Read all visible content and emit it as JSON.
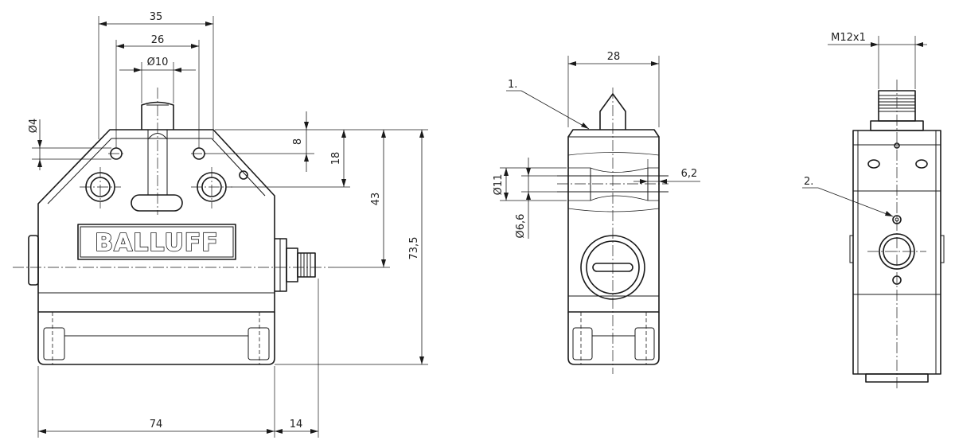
{
  "views": {
    "front": {
      "brand": "BALLUFF",
      "dims": {
        "width_35": "35",
        "width_26": "26",
        "dia_10": "Ø10",
        "dia_4": "Ø4",
        "h_8": "8",
        "h_18": "18",
        "h_43": "43",
        "h_73_5": "73,5",
        "w_74": "74",
        "w_14": "14"
      }
    },
    "side": {
      "callout": "1.",
      "dims": {
        "w_28": "28",
        "dia_11": "Ø11",
        "dia_6_6": "Ø6,6",
        "d_6_2": "6,2"
      }
    },
    "back": {
      "callout": "2.",
      "dims": {
        "thread": "M12x1"
      }
    }
  }
}
